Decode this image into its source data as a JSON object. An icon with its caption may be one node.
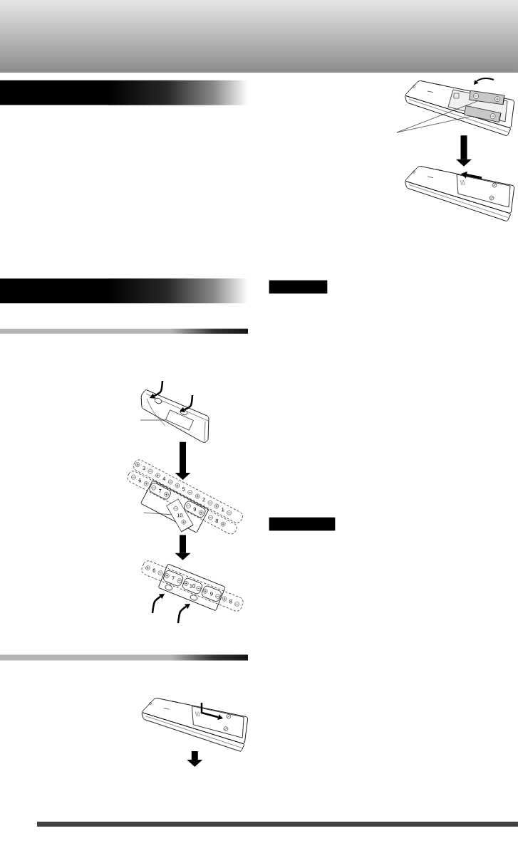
{
  "diagram": {
    "nodes": [
      {
        "text": [],
        "shape": "bar"
      },
      {
        "text": [],
        "shape": "bar"
      },
      {
        "text": [],
        "shape": "picture"
      },
      {
        "text": [],
        "shape": "cylinder",
        "in": 2
      },
      {
        "text": [],
        "shape": "cylinder",
        "in": 2
      },
      {
        "text": [],
        "shape": "picture"
      },
      {
        "text": [],
        "shape": "bar"
      },
      {
        "text": [],
        "shape": "box"
      },
      {
        "text": [],
        "shape": "bar"
      },
      {
        "text": [],
        "shape": "picture"
      },
      {
        "text": [],
        "shape": "box",
        "in": 9
      },
      {
        "text": [],
        "shape": "picture"
      },
      {
        "text": [],
        "shape": "cylinder",
        "in": 11
      },
      {
        "text": [],
        "shape": "box"
      },
      {
        "text": [],
        "shape": "picture"
      },
      {
        "text": [],
        "shape": "bar"
      },
      {
        "text": [],
        "shape": "picture"
      }
    ],
    "edges": [
      {
        "from": 2,
        "to": 5,
        "arrow": "to",
        "style": "thick"
      },
      {
        "from": 9,
        "to": 11,
        "arrow": "to",
        "style": "thick"
      },
      {
        "from": 11,
        "to": 14,
        "arrow": "to",
        "style": "thick"
      },
      {
        "from": 16,
        "to": null,
        "arrow": "to",
        "style": "thick"
      },
      {
        "from": null,
        "to": 3,
        "arrow": "none"
      },
      {
        "from": null,
        "to": 4,
        "arrow": "none"
      },
      {
        "from": null,
        "to": 10,
        "arrow": "none"
      },
      {
        "from": null,
        "to": 12,
        "arrow": "none"
      }
    ],
    "labels": [
      "3",
      "4",
      "5",
      "2",
      "1",
      "6",
      "7",
      "10",
      "9",
      "8",
      "6",
      "7",
      "10",
      "9",
      "8"
    ]
  }
}
